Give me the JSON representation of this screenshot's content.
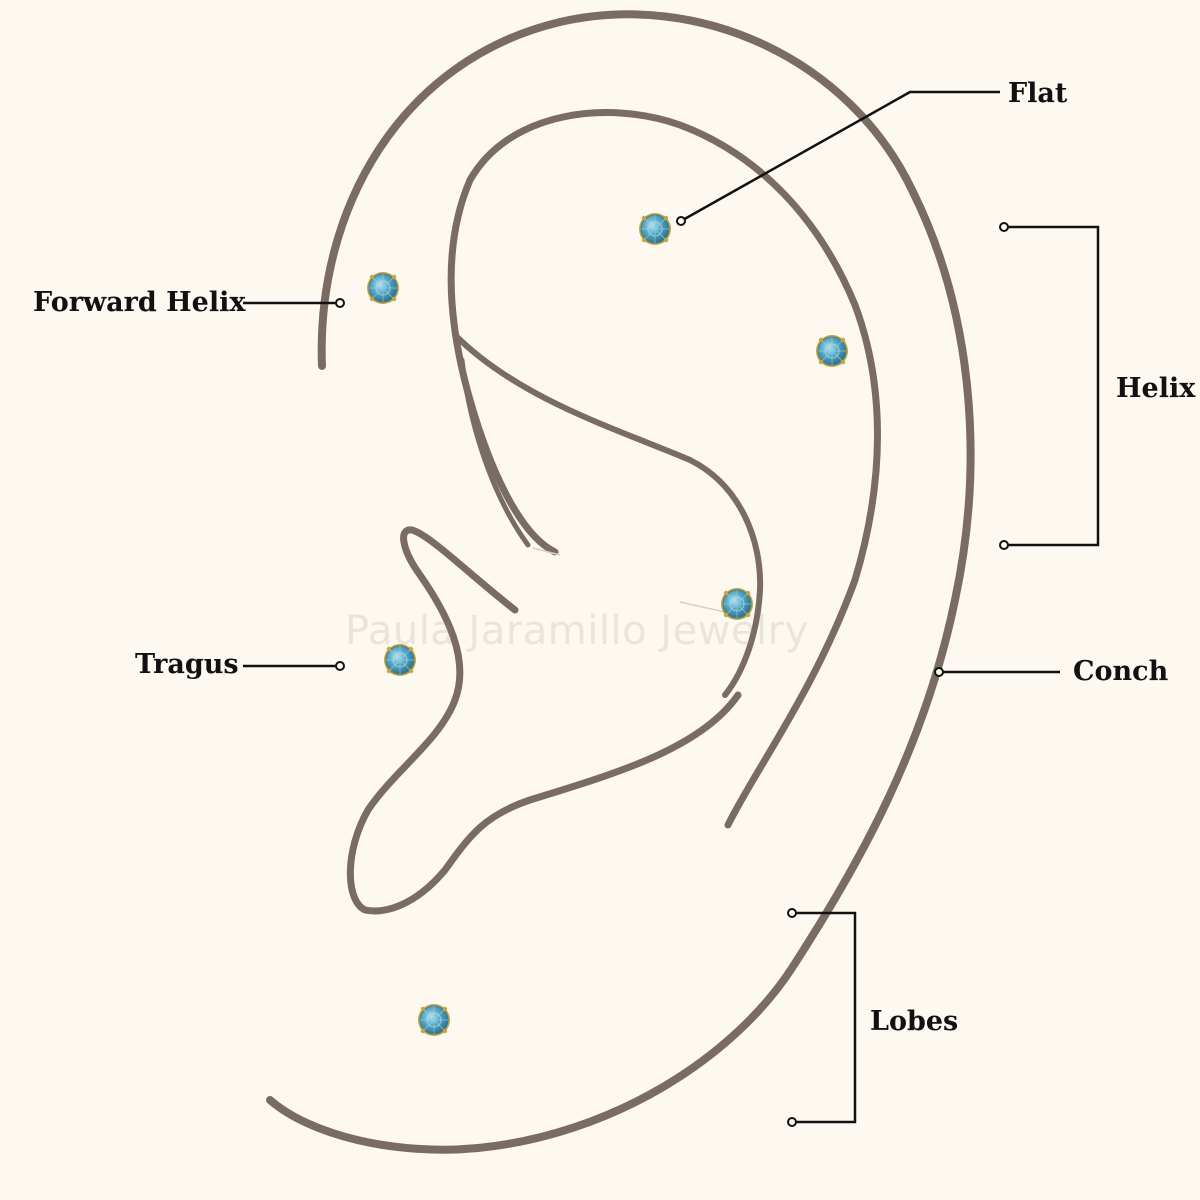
{
  "labels": {
    "flat": "Flat",
    "forward_helix": "Forward Helix",
    "helix": "Helix",
    "tragus": "Tragus",
    "conch": "Conch",
    "lobes": "Lobes"
  },
  "watermark": "Paula Jaramillo Jewelry",
  "colors": {
    "background": "#fdf9f0",
    "ear_outline": "#7a6c63",
    "stud_gem": "#4e9bb8",
    "stud_prong": "#c9a43a",
    "label_text": "#111111"
  },
  "icons": {
    "stud": "gemstone-stud-icon"
  }
}
